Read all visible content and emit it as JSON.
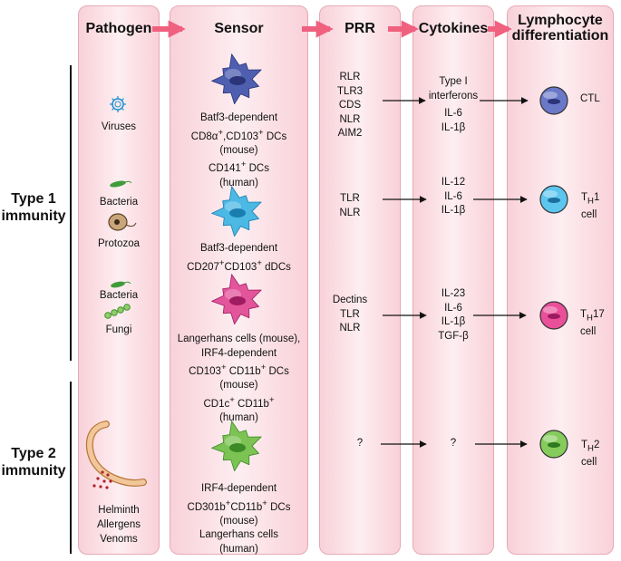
{
  "headers": {
    "pathogen": "Pathogen",
    "sensor": "Sensor",
    "prr": "PRR",
    "cytokines": "Cytokines",
    "lymphocyte": [
      "Lymphocyte",
      "differentiation"
    ]
  },
  "groups": {
    "type1": [
      "Type 1",
      "immunity"
    ],
    "type2": [
      "Type 2",
      "immunity"
    ]
  },
  "pathogens": [
    "Viruses",
    "Bacteria",
    "Protozoa",
    "Bacteria",
    "Fungi",
    "Helminth",
    "Allergens",
    "Venoms"
  ],
  "rows": [
    {
      "sensor_html": "Batf3-dependent<br>CD8α<sup>+</sup>,CD103<sup>+</sup> DCs<br>(mouse)<br>CD141<sup>+</sup> DCs<br>(human)",
      "prr": [
        "RLR",
        "TLR3",
        "CDS",
        "NLR",
        "AIM2"
      ],
      "cytokines": [
        "Type I",
        "interferons",
        "IL-6",
        "IL-1β"
      ],
      "lymph_html": "CTL",
      "colors": {
        "dc": "#4f5fb0",
        "dc_nucleus": "#2b3478",
        "cell": "#6a78c8",
        "cell_nucleus": "#2b3478"
      }
    },
    {
      "sensor_html": "Batf3-dependent<br>CD207<sup>+</sup>CD103<sup>+</sup> dDCs",
      "prr": [
        "TLR",
        "NLR"
      ],
      "cytokines": [
        "IL-12",
        "IL-6",
        "IL-1β"
      ],
      "lymph_html": "T<sub>H</sub>1<br>cell",
      "colors": {
        "dc": "#4cb8e4",
        "dc_nucleus": "#1a7fb0",
        "cell": "#5cc6ee",
        "cell_nucleus": "#1a6f9e"
      }
    },
    {
      "sensor_html": "Langerhans cells (mouse),<br>IRF4-dependent<br>CD103<sup>+</sup> CD11b<sup>+</sup> DCs<br>(mouse)<br>CD1c<sup>+</sup> CD11b<sup>+</sup><br>(human)",
      "prr": [
        "Dectins",
        "TLR",
        "NLR"
      ],
      "cytokines": [
        "IL-23",
        "IL-6",
        "IL-1β",
        "TGF-β"
      ],
      "lymph_html": "T<sub>H</sub>17<br>cell",
      "colors": {
        "dc": "#e2559b",
        "dc_nucleus": "#a01c62",
        "cell": "#ea4f9a",
        "cell_nucleus": "#9c1a5e"
      }
    },
    {
      "sensor_html": "IRF4-dependent<br>CD301b<sup>+</sup>CD11b<sup>+</sup> DCs<br>(mouse)<br>Langerhans cells<br>(human)",
      "prr": [
        "?"
      ],
      "cytokines": [
        "?"
      ],
      "lymph_html": "T<sub>H</sub>2<br>cell",
      "colors": {
        "dc": "#7cc354",
        "dc_nucleus": "#3b8a26",
        "cell": "#86cc5c",
        "cell_nucleus": "#2f7a1f"
      }
    }
  ],
  "colors": {
    "arrow_pink": "#f0607f",
    "column_border": "#e6a9b6"
  }
}
